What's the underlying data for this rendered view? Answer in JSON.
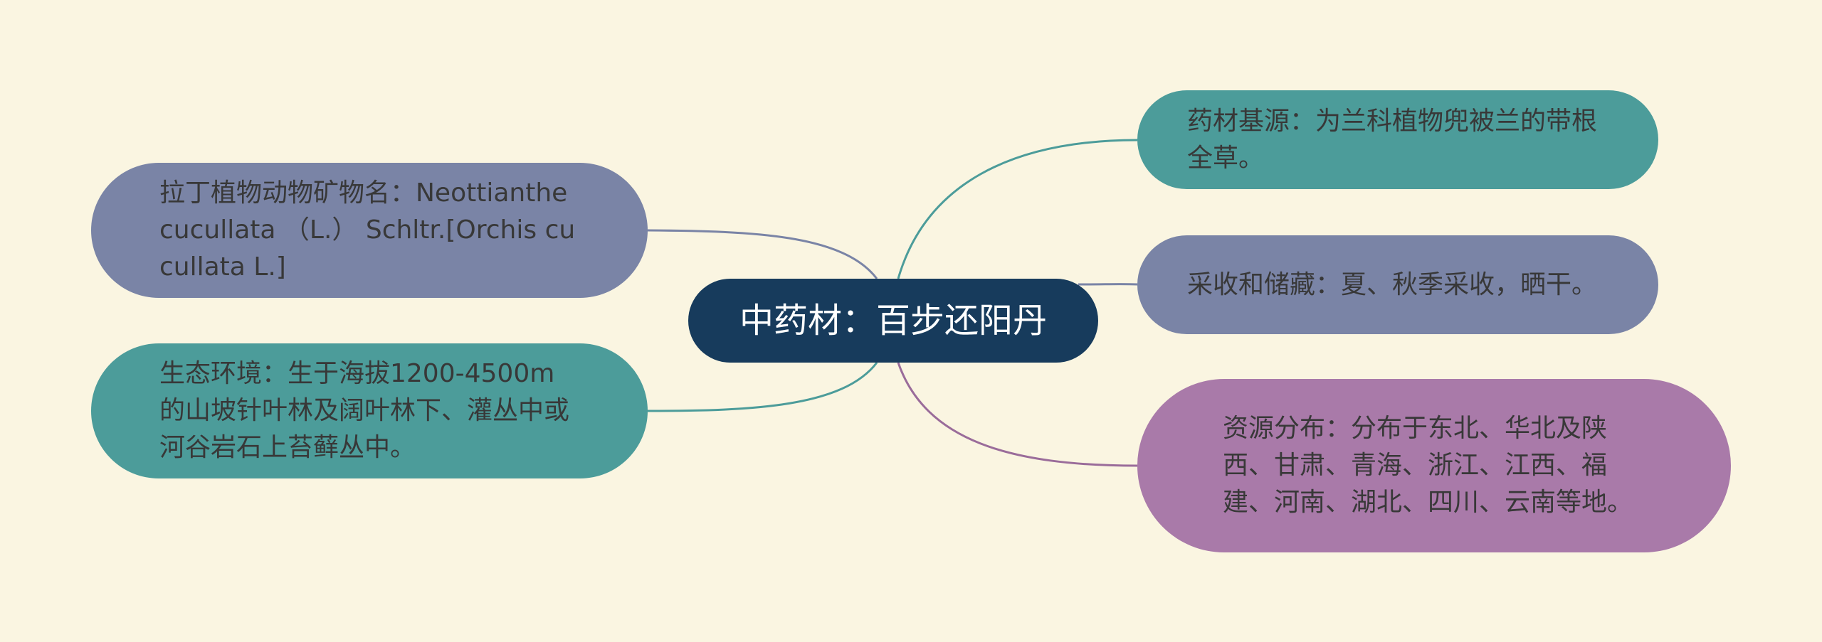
{
  "center": {
    "label": "中药材：百步还阳丹"
  },
  "nodes": {
    "left_1": "拉丁植物动物矿物名：Neottianthe cucullata （L.） Schltr.[Orchis cucullata L.]",
    "left_2": "生态环境：生于海拔1200-4500m的山坡针叶林及阔叶林下、灌丛中或河谷岩石上苔藓丛中。",
    "right_1": "药材基源：为兰科植物兜被兰的带根全草。",
    "right_2": "采收和储藏：夏、秋季采收，晒干。",
    "right_3": "资源分布：分布于东北、华北及陕西、甘肃、青海、浙江、江西、福建、河南、湖北、四川、云南等地。"
  },
  "colors": {
    "background": "#faf5e1",
    "center": "#173b5c",
    "slate": "#7a84a6",
    "teal": "#4c9c9a",
    "purple": "#a97aa9",
    "link_slate": "#7a84a6",
    "link_teal": "#4c9c9a",
    "link_purple": "#9a6c9a"
  }
}
